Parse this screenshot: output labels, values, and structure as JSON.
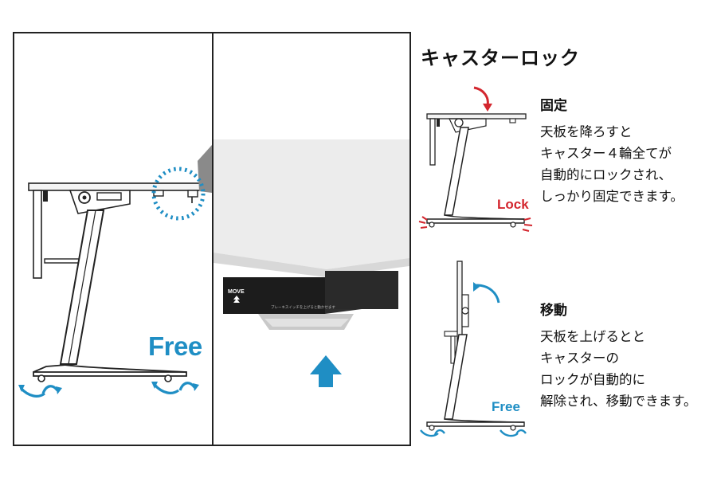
{
  "title": "キャスターロック",
  "fixed": {
    "heading": "固定",
    "body": [
      "天板を降ろすと",
      "キャスター４輪全てが",
      "自動的にロックされ、",
      "しっかり固定できます。"
    ],
    "badge": "Lock"
  },
  "move": {
    "heading": "移動",
    "body": [
      "天板を上げるとと",
      "キャスターの",
      "ロックが自動的に",
      "解除され、移動できます。"
    ],
    "badge": "Free"
  },
  "illustration": {
    "free_label": "Free",
    "move_button_label": "MOVE",
    "move_caption": "ブレーキスイッチを上げると動かせます"
  },
  "colors": {
    "accent_blue": "#1f8ec4",
    "accent_red": "#d3262e",
    "line_dark": "#222222"
  }
}
